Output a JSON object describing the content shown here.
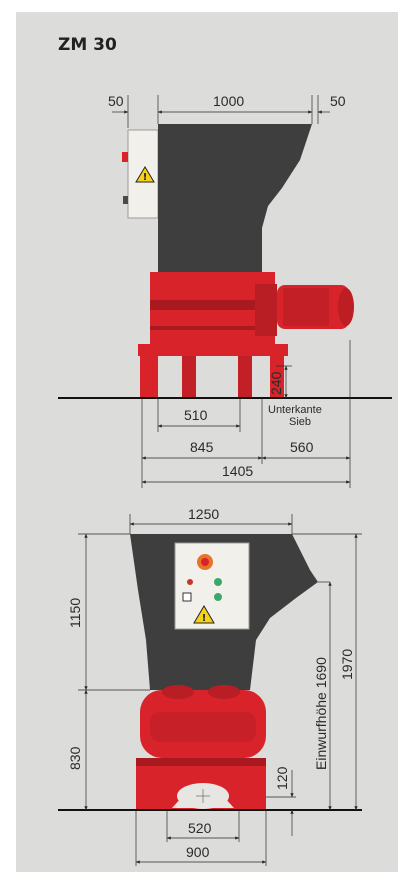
{
  "title": "ZM 30",
  "colors": {
    "machine_red": "#d9232b",
    "hopper_dark": "#3e3e3e",
    "ground_line": "#111111",
    "panel_bg": "#dcdcda",
    "box_white": "#f2f0ea",
    "warning_yellow": "#f4d21a"
  },
  "side_view": {
    "dims": {
      "top_left": "50",
      "top_width": "1000",
      "top_right": "50",
      "height_240": "240",
      "d510": "510",
      "d845": "845",
      "d560": "560",
      "d1405": "1405"
    },
    "label_lower_edge_line1": "Unterkante",
    "label_lower_edge_line2": "Sieb",
    "warning_icon": "warning-triangle-icon"
  },
  "front_view": {
    "dims": {
      "width_1250": "1250",
      "h1150": "1150",
      "h830": "830",
      "h1970": "1970",
      "h120": "120",
      "d520": "520",
      "d900": "900"
    },
    "label_feed_height": "Einwurfhöhe 1690",
    "warning_icon": "warning-triangle-icon"
  }
}
